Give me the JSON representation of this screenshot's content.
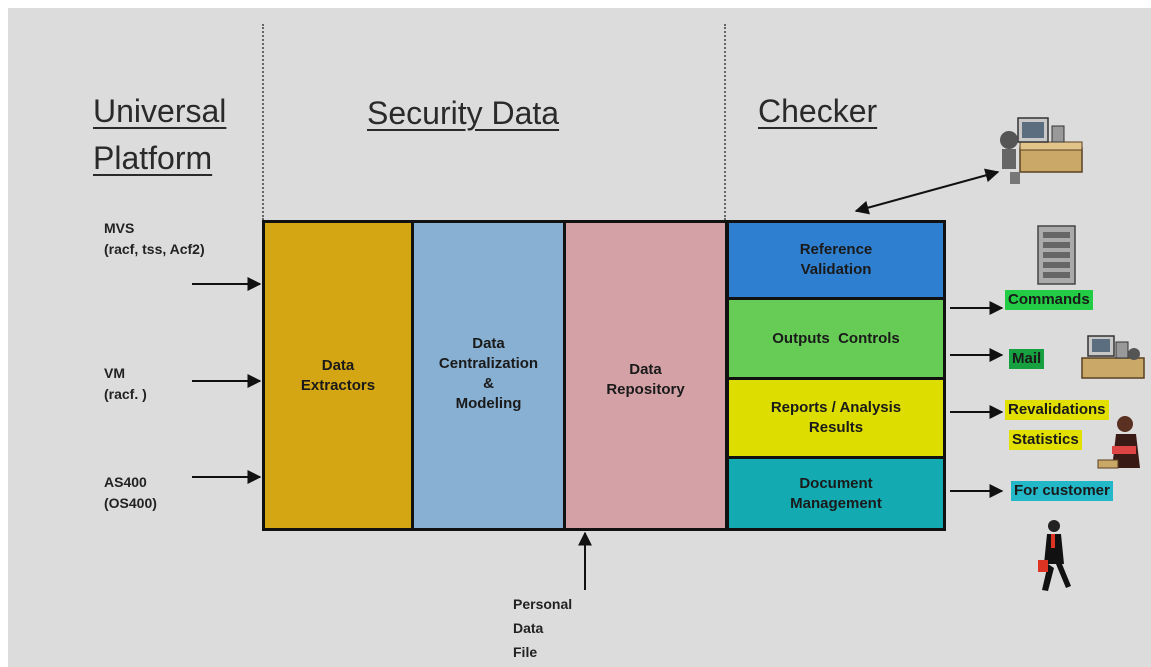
{
  "headings": {
    "universal_platform": [
      "Universal",
      "Platform"
    ],
    "security_data": "Security Data",
    "checker": "Checker"
  },
  "inputs": [
    {
      "line1": "MVS",
      "line2": "(racf, tss, Acf2)"
    },
    {
      "line1": "VM",
      "line2": "(racf. )"
    },
    {
      "line1": "AS400",
      "line2": "(OS400)"
    }
  ],
  "pipeline": [
    {
      "label": [
        "Data",
        "Extractors"
      ],
      "color": "#d4a614"
    },
    {
      "label": [
        "Data",
        "Centralization",
        "&",
        "Modeling"
      ],
      "color": "#88b0d2"
    },
    {
      "label": [
        "Data",
        "Repository"
      ],
      "color": "#d4a2a6"
    }
  ],
  "checker_boxes": [
    {
      "label": [
        "Reference",
        "Validation"
      ],
      "color": "#2f7fd0"
    },
    {
      "label": [
        "Outputs  Controls"
      ],
      "color": "#66cc55"
    },
    {
      "label": [
        "Reports / Analysis",
        "Results"
      ],
      "color": "#dddd00"
    },
    {
      "label": [
        "Document",
        "Management"
      ],
      "color": "#14aab2"
    }
  ],
  "outputs": [
    {
      "text": "Commands",
      "color": "#22cc44"
    },
    {
      "text": "Mail",
      "color": "#16a040"
    },
    {
      "text": "Revalidations",
      "color": "#e2e000"
    },
    {
      "text": "Statistics",
      "color": "#e2e000"
    },
    {
      "text": "For customer",
      "color": "#22b8c8"
    }
  ],
  "personal_data_file": [
    "Personal",
    "Data",
    "File"
  ],
  "icons": [
    "workstation-icon",
    "server-icon",
    "workstation-small-icon",
    "person-at-desk-icon",
    "walking-businessman-icon"
  ]
}
